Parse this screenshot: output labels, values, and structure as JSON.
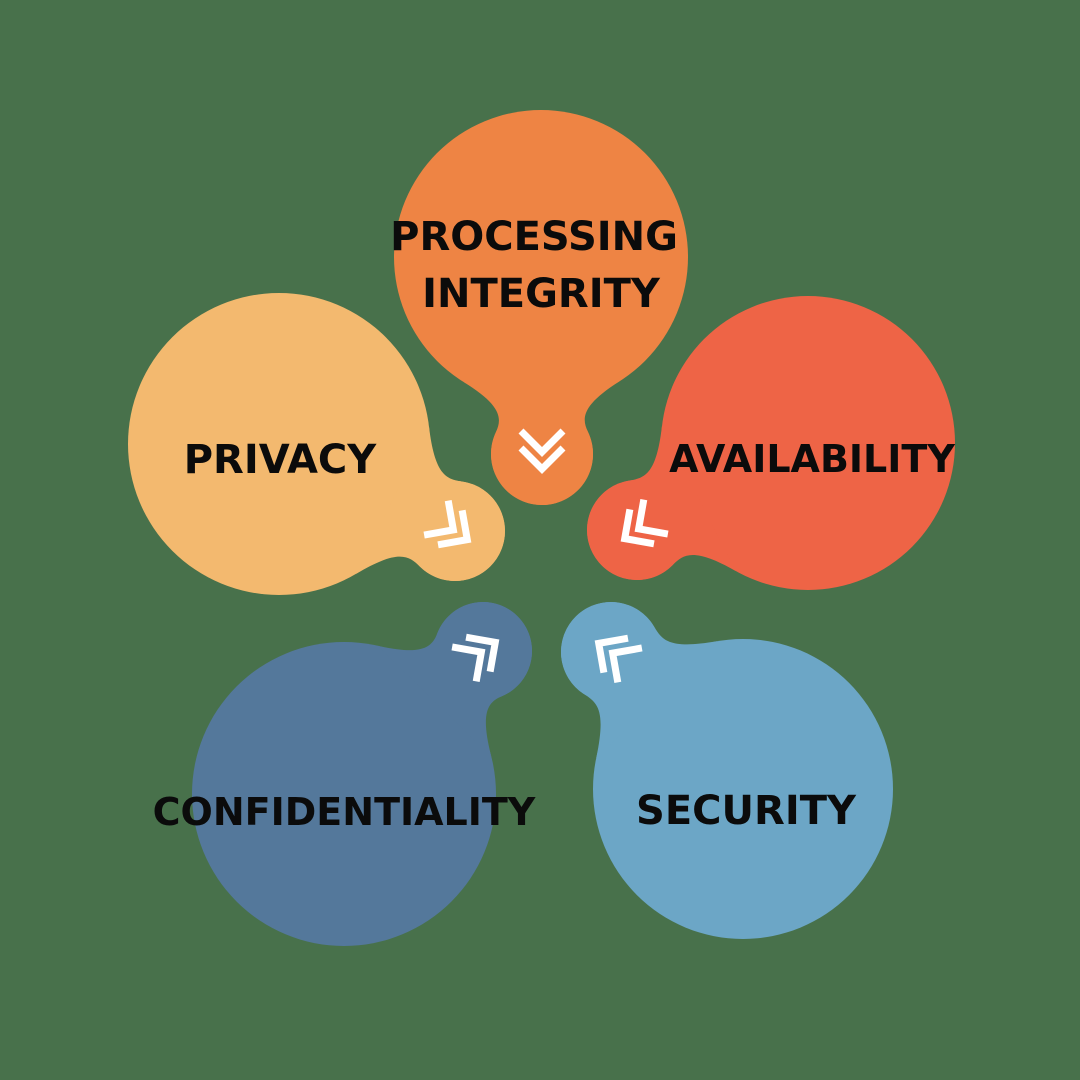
{
  "canvas": {
    "background_color": "#48714B",
    "text_color": "#0B0B0B",
    "arrow_color": "#FFFFFF"
  },
  "diagram": {
    "description": "Five circular nodes arranged around a center, each with a small satellite bubble containing a double-chevron arrow pointing inward"
  },
  "nodes": [
    {
      "id": "processing-integrity",
      "label": "PROCESSING INTEGRITY",
      "label_lines": [
        "PROCESSING",
        "INTEGRITY"
      ],
      "color": "#EE8444",
      "icon": "double-chevron-icon",
      "arrow_direction": "down"
    },
    {
      "id": "privacy",
      "label": "PRIVACY",
      "label_lines": [
        "PRIVACY"
      ],
      "color": "#F3B96F",
      "icon": "double-chevron-icon",
      "arrow_direction": "down-right"
    },
    {
      "id": "availability",
      "label": "AVAILABILITY",
      "label_lines": [
        "AVAILABILITY"
      ],
      "color": "#EE6446",
      "icon": "double-chevron-icon",
      "arrow_direction": "down-left"
    },
    {
      "id": "confidentiality",
      "label": "CONFIDENTIALITY",
      "label_lines": [
        "CONFIDENTIALITY"
      ],
      "color": "#54789B",
      "icon": "double-chevron-icon",
      "arrow_direction": "up-right"
    },
    {
      "id": "security",
      "label": "SECURITY",
      "label_lines": [
        "SECURITY"
      ],
      "color": "#6CA6C6",
      "icon": "double-chevron-icon",
      "arrow_direction": "up-left"
    }
  ]
}
